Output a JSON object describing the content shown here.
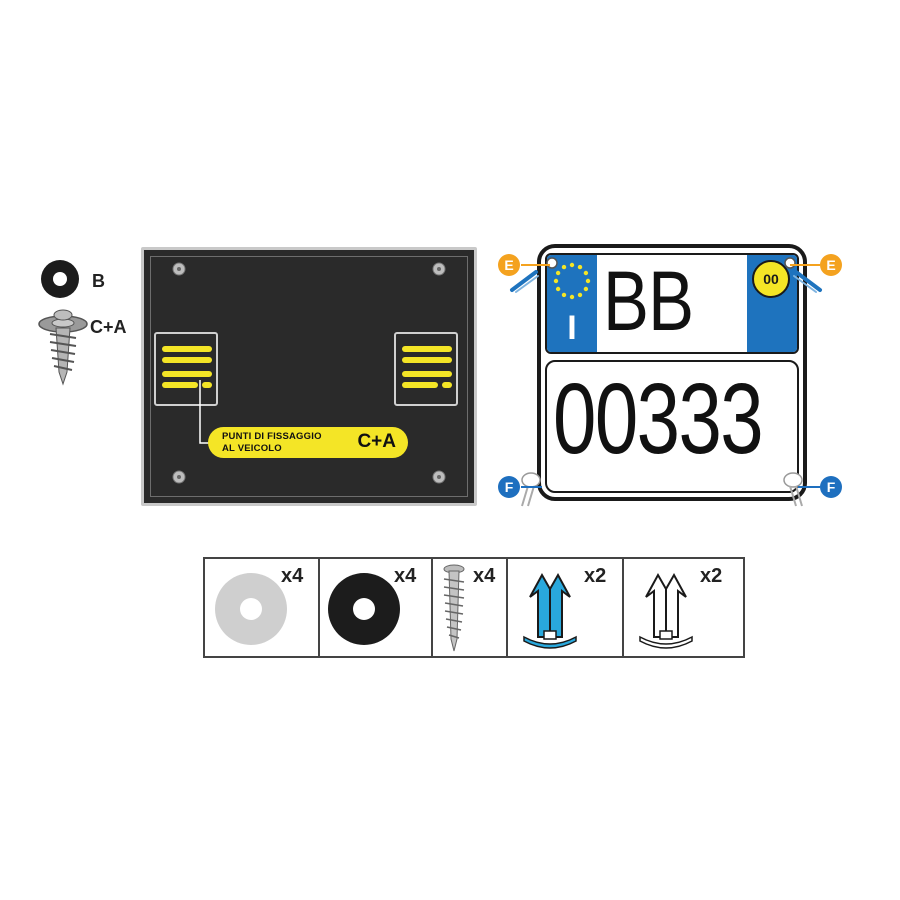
{
  "legend": {
    "washer_label": "B",
    "screw_label": "C+A"
  },
  "plate": {
    "callout_line1": "PUNTI DI FISSAGGIO",
    "callout_line2": "AL VEICOLO",
    "callout_code": "C+A"
  },
  "license_plate": {
    "country_code": "I",
    "year_code": "00",
    "top_text": "BB",
    "bottom_text": "00333"
  },
  "badges": {
    "top_left": "E",
    "top_right": "E",
    "bottom_left": "F",
    "bottom_right": "F"
  },
  "parts": [
    {
      "name": "grey-washer",
      "qty": "x4"
    },
    {
      "name": "black-washer",
      "qty": "x4"
    },
    {
      "name": "screw",
      "qty": "x4"
    },
    {
      "name": "blue-rivet",
      "qty": "x2"
    },
    {
      "name": "white-rivet",
      "qty": "x2"
    }
  ],
  "colors": {
    "yellow": "#f4e526",
    "dark": "#2a2a2a",
    "blue": "#1e73be",
    "orange": "#f4a21f"
  }
}
